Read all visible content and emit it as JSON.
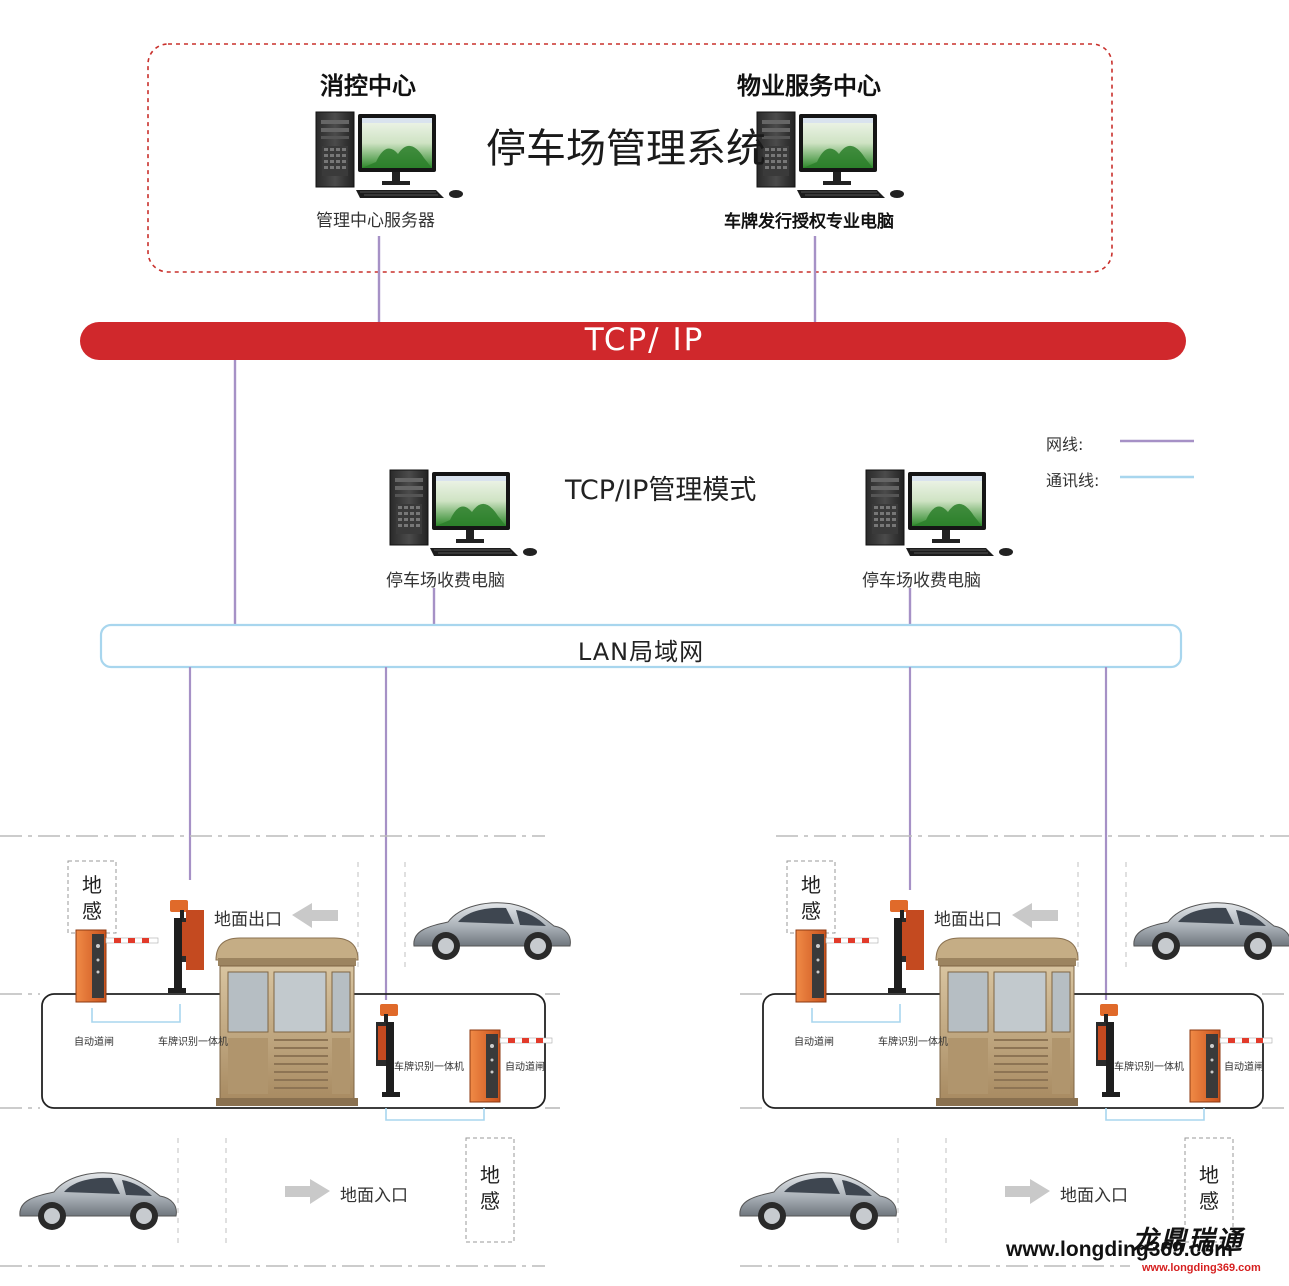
{
  "colors": {
    "bus_red": "#d0282c",
    "net_line": "#a691c6",
    "comm_line": "#a8d6ee",
    "dashed_border": "#c9302c",
    "kiosk": "#b89e78",
    "barrier_orange": "#e06a2a"
  },
  "top": {
    "left_center_title": "消控中心",
    "right_center_title": "物业服务中心",
    "system_title": "停车场管理系统",
    "left_pc_label": "管理中心服务器",
    "right_pc_label": "车牌发行授权专业电脑"
  },
  "bus": {
    "label": "TCP/ IP"
  },
  "legend": {
    "net": "网线:",
    "comm": "通讯线:"
  },
  "mode": {
    "title": "TCP/IP管理模式"
  },
  "toll": {
    "left_label": "停车场收费电脑",
    "right_label": "停车场收费电脑"
  },
  "lan": {
    "label": "LAN局域网"
  },
  "lane": {
    "sensor_top": "地",
    "sensor_bottom": "感",
    "exit_label": "地面出口",
    "entry_label": "地面入口",
    "gate_label": "自动道闸",
    "camera_label": "车牌识别一体机"
  },
  "brand": {
    "name": "龙鼎瑞通",
    "url": "www.longding369.com",
    "url_small": "www.longding369.com"
  },
  "icons": [
    "computer-icon",
    "car-icon",
    "barrier-gate-icon",
    "lpr-camera-icon",
    "guard-booth-icon",
    "arrow-left-icon",
    "arrow-right-icon"
  ]
}
